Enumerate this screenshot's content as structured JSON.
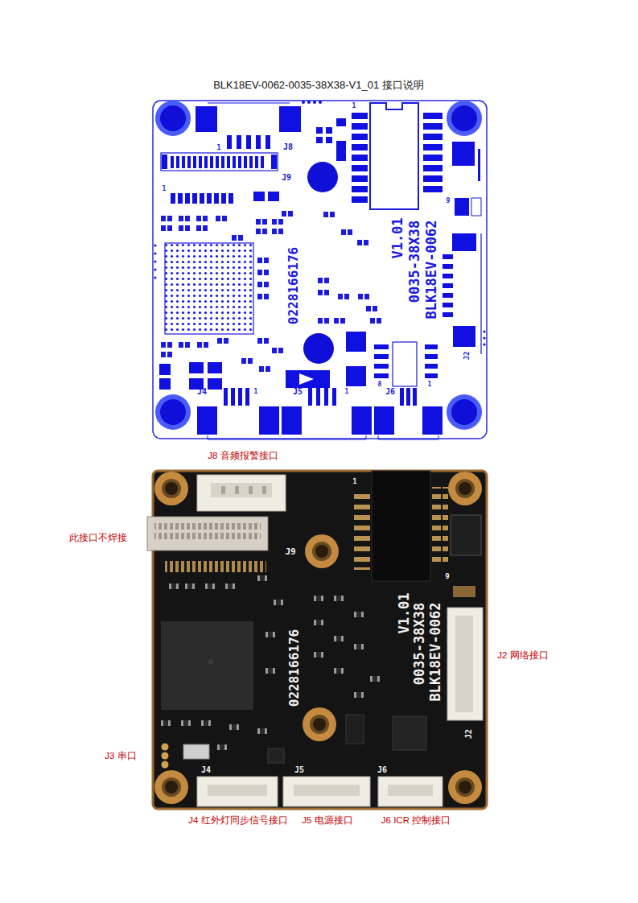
{
  "diagram": {
    "title": "BLK18EV-0062-0035-38X38-V1_01 接口说明",
    "labels": [
      "1",
      "J8",
      "1",
      "J9",
      "1",
      "9",
      "V1.01",
      "0035-38X38",
      "BLK18EV-0062",
      "0228166176",
      "J2",
      "J4",
      "1",
      "J5",
      "1",
      "8",
      "J6",
      "1",
      "J8 音频报警接口",
      "1",
      "此接口不焊接",
      "J9",
      "9",
      "V1.01",
      "0035-38X38",
      "BLK18EV-0062",
      "0228166176",
      "J2 网络接口",
      "J2",
      "J3 串口",
      "J4",
      "J5",
      "J6",
      "J4 红外灯同步信号接口",
      "J5 电源接口",
      "J6 ICR 控制接口"
    ]
  }
}
